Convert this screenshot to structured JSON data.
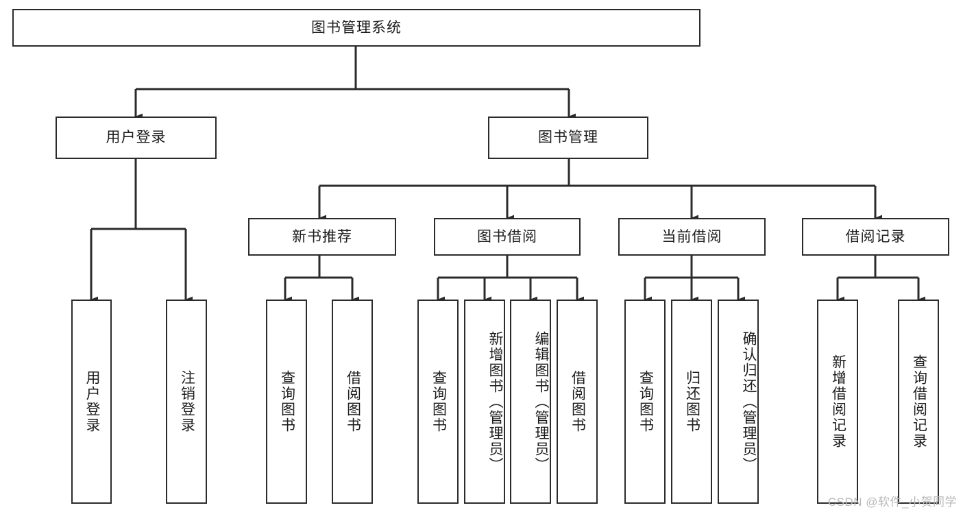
{
  "diagram": {
    "title": "图书管理系统",
    "type": "tree-hierarchy",
    "watermark": "CSDN @软件_小贺同学",
    "colors": {
      "box_border": "#2b2b2b",
      "box_fill": "#ffffff",
      "connector": "#2b2b2b",
      "text": "#1c1c1c",
      "watermark": "#b9b9b9",
      "background": "#ffffff"
    }
  },
  "nodes": {
    "root": {
      "label": "图书管理系统"
    },
    "level2": [
      {
        "id": "user-login",
        "label": "用户登录"
      },
      {
        "id": "book-management",
        "label": "图书管理"
      }
    ],
    "level3": [
      {
        "id": "new-book-recommend",
        "label": "新书推荐"
      },
      {
        "id": "book-borrow",
        "label": "图书借阅"
      },
      {
        "id": "current-borrow",
        "label": "当前借阅"
      },
      {
        "id": "borrow-record",
        "label": "借阅记录"
      }
    ],
    "leaves": {
      "user_login": [
        {
          "id": "leaf-user-login",
          "label": "用户登录"
        },
        {
          "id": "leaf-logout-login",
          "label": "注销登录"
        }
      ],
      "new_book_recommend": [
        {
          "id": "leaf-query-book-1",
          "label": "查询图书"
        },
        {
          "id": "leaf-borrow-book-1",
          "label": "借阅图书"
        }
      ],
      "book_borrow": [
        {
          "id": "leaf-query-book-2",
          "label": "查询图书"
        },
        {
          "id": "leaf-add-book",
          "label": "新增图书（管理员）"
        },
        {
          "id": "leaf-edit-book",
          "label": "编辑图书（管理员）"
        },
        {
          "id": "leaf-borrow-book-2",
          "label": "借阅图书"
        }
      ],
      "current_borrow": [
        {
          "id": "leaf-query-book-3",
          "label": "查询图书"
        },
        {
          "id": "leaf-return-book",
          "label": "归还图书"
        },
        {
          "id": "leaf-confirm-return",
          "label": "确认归还（管理员）"
        }
      ],
      "borrow_record": [
        {
          "id": "leaf-add-record",
          "label": "新增借阅记录"
        },
        {
          "id": "leaf-query-record",
          "label": "查询借阅记录"
        }
      ]
    }
  }
}
